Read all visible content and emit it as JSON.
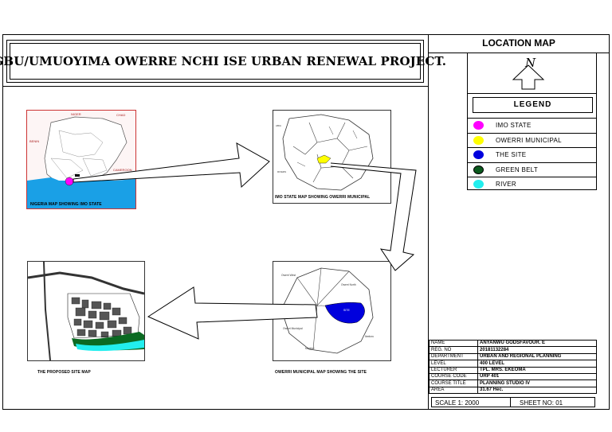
{
  "title": "EGBU/UMUOYIMA OWERRE NCHI ISE URBAN RENEWAL PROJECT.",
  "location_map": {
    "heading": "LOCATION MAP",
    "north_label": "N",
    "legend_title": "LEGEND",
    "legend": [
      {
        "label": "IMO STATE",
        "color": "#ff00ff"
      },
      {
        "label": "OWERRI MUNICIPAL",
        "color": "#ffff00"
      },
      {
        "label": "THE SITE",
        "color": "#0000dd"
      },
      {
        "label": "GREEN BELT",
        "color": "#0b5a1e"
      },
      {
        "label": "RIVER",
        "color": "#22eeee"
      }
    ]
  },
  "maps": {
    "nigeria_caption": "NIGERIA MAP SHOWING IMO STATE",
    "nigeria_labels": [
      "NIGER",
      "CHAD",
      "BENIN",
      "CAMEROON"
    ],
    "imo_caption": "IMO STATE MAP SHOWING OWERRI MUNICIPAL",
    "owerri_caption": "OWERRI MUNICIPAL  MAP SHOWING THE SITE",
    "owerri_labels": [
      "Owerri West",
      "Owerri North",
      "Owerri Municipal",
      "Mbaitoli",
      "Ikeduru",
      "SITE"
    ],
    "site_caption": "THE PROPOSED SITE MAP"
  },
  "info": [
    {
      "key": "NAME",
      "value": "ANYANWU GODSFAVOUR. E"
    },
    {
      "key": "REG. NO",
      "value": "20181132284"
    },
    {
      "key": "DEPARTMENT",
      "value": "URBAN AND REGIONAL PLANNING"
    },
    {
      "key": "LEVEL",
      "value": "400 LEVEL"
    },
    {
      "key": "LECTURER",
      "value": "TPL. MRS. EKEOMA"
    },
    {
      "key": "COURSE CODE",
      "value": "URP 401"
    },
    {
      "key": "COURSE TITLE",
      "value": "PLANNING STUDIO IV"
    },
    {
      "key": "AREA",
      "value": "31.67 Hec."
    }
  ],
  "scale": "SCALE 1: 2000",
  "sheet": "SHEET NO:  01"
}
